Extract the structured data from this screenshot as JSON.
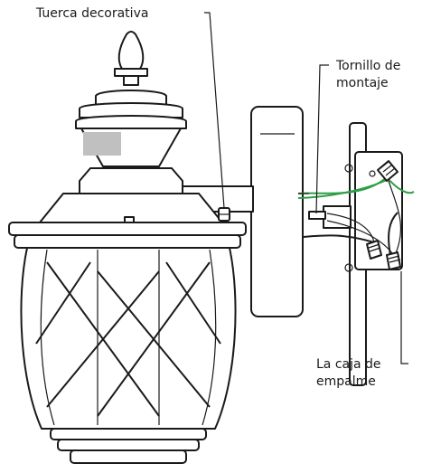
{
  "labels": {
    "decorative_nut": "Tuerca decorativa",
    "mounting_screw_line1": "Tornillo de",
    "mounting_screw_line2": "montaje",
    "junction_box_line1": "La caja de",
    "junction_box_line2": "empalme"
  },
  "colors": {
    "ink": "#1a1a1a",
    "ground_wire": "#2e9e45",
    "bulb_window": "#c0c0c0",
    "background": "#ffffff"
  }
}
